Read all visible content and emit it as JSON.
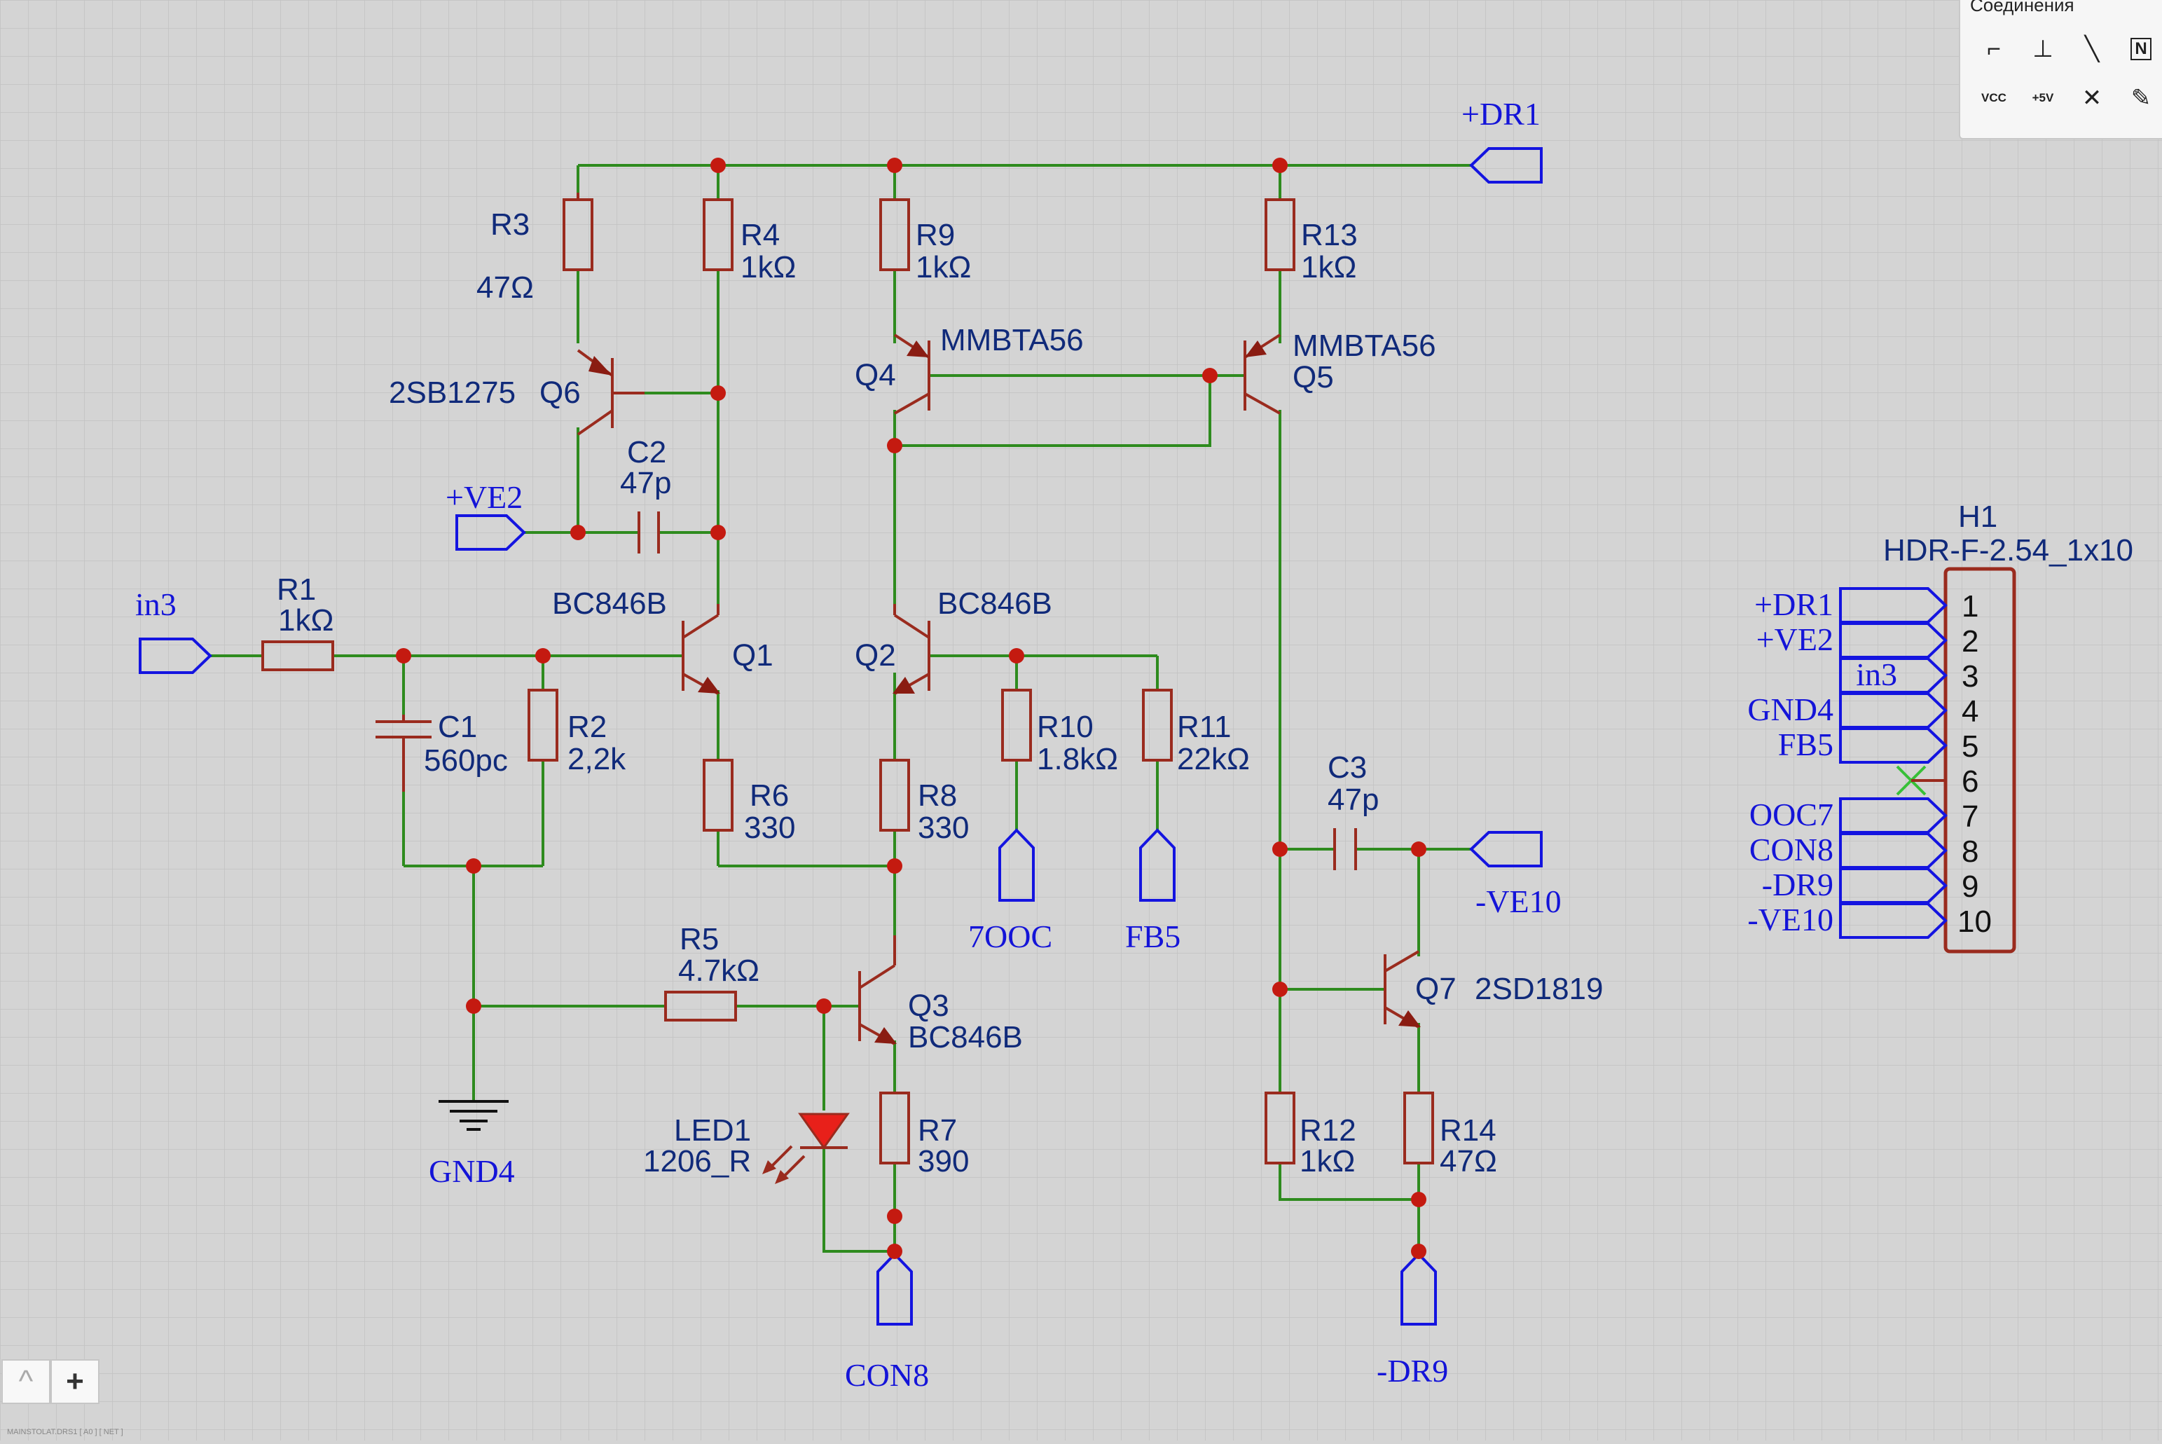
{
  "palette": {
    "title": "Соединения",
    "tools": [
      {
        "name": "wire-tool",
        "glyph": "⌐"
      },
      {
        "name": "bus-tool",
        "glyph": "⊥"
      },
      {
        "name": "line-tool",
        "glyph": "╲"
      },
      {
        "name": "netlabel-tool",
        "glyph": "N"
      },
      {
        "name": "vcc-tool",
        "glyph": "VCC"
      },
      {
        "name": "plus5v-tool",
        "glyph": "+5V"
      },
      {
        "name": "noconnect-tool",
        "glyph": "✕"
      },
      {
        "name": "probe-tool",
        "glyph": "✎"
      }
    ]
  },
  "nets": {
    "dr1": "+DR1",
    "ve2": "+VE2",
    "in3": "in3",
    "gnd4": "GND4",
    "fb5": "FB5",
    "ooc7": "7OOC",
    "con8": "CON8",
    "dr9": "-DR9",
    "ve10": "-VE10"
  },
  "components": {
    "r1": {
      "ref": "R1",
      "value": "1kΩ"
    },
    "r2": {
      "ref": "R2",
      "value": "2,2k"
    },
    "r3": {
      "ref": "R3",
      "value": "47Ω"
    },
    "r4": {
      "ref": "R4",
      "value": "1kΩ"
    },
    "r5": {
      "ref": "R5",
      "value": "4.7kΩ"
    },
    "r6": {
      "ref": "R6",
      "value": "330"
    },
    "r7": {
      "ref": "R7",
      "value": "390"
    },
    "r8": {
      "ref": "R8",
      "value": "330"
    },
    "r9": {
      "ref": "R9",
      "value": "1kΩ"
    },
    "r10": {
      "ref": "R10",
      "value": "1.8kΩ"
    },
    "r11": {
      "ref": "R11",
      "value": "22kΩ"
    },
    "r12": {
      "ref": "R12",
      "value": "1kΩ"
    },
    "r13": {
      "ref": "R13",
      "value": "1kΩ"
    },
    "r14": {
      "ref": "R14",
      "value": "47Ω"
    },
    "c1": {
      "ref": "C1",
      "value": "560pc"
    },
    "c2": {
      "ref": "C2",
      "value": "47p"
    },
    "c3": {
      "ref": "C3",
      "value": "47p"
    },
    "q1": {
      "ref": "Q1",
      "value": "BC846B"
    },
    "q2": {
      "ref": "Q2",
      "value": "BC846B"
    },
    "q3": {
      "ref": "Q3",
      "value": "BC846B"
    },
    "q4": {
      "ref": "Q4",
      "value": "MMBTA56"
    },
    "q5": {
      "ref": "Q5",
      "value": "MMBTA56"
    },
    "q6": {
      "ref": "Q6",
      "value": "2SB1275"
    },
    "q7": {
      "ref": "Q7",
      "value": "2SD1819"
    },
    "led1": {
      "ref": "LED1",
      "value": "1206_R"
    }
  },
  "header": {
    "ref": "H1",
    "value": "HDR-F-2.54_1x10",
    "pins": [
      {
        "num": "1",
        "net": "+DR1"
      },
      {
        "num": "2",
        "net": "+VE2"
      },
      {
        "num": "3",
        "net": "in3"
      },
      {
        "num": "4",
        "net": "GND4"
      },
      {
        "num": "5",
        "net": "FB5"
      },
      {
        "num": "6",
        "net": ""
      },
      {
        "num": "7",
        "net": "OOC7"
      },
      {
        "num": "8",
        "net": "CON8"
      },
      {
        "num": "9",
        "net": "-DR9"
      },
      {
        "num": "10",
        "net": "-VE10"
      }
    ]
  },
  "zoom": {
    "up": "^",
    "plus": "+"
  },
  "status": "MAINSTOLAT.DRS1 [ A0 ] [ NET ]"
}
